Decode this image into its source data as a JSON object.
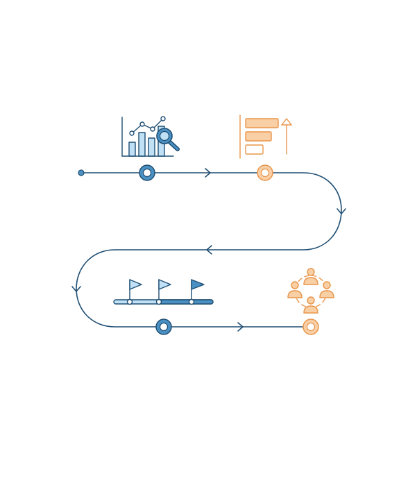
{
  "colors": {
    "blue_dark": "#1f4e73",
    "blue_mid": "#4a90c2",
    "blue_light": "#bfe0f5",
    "orange": "#e8954a",
    "orange_light": "#f9cfa6",
    "background": "#ffffff"
  },
  "milestones": [
    {
      "icon": "chart-analysis-icon",
      "color": "blue"
    },
    {
      "icon": "ranking-bars-icon",
      "color": "orange"
    },
    {
      "icon": "flags-timeline-icon",
      "color": "blue"
    },
    {
      "icon": "team-cycle-icon",
      "color": "orange"
    }
  ]
}
